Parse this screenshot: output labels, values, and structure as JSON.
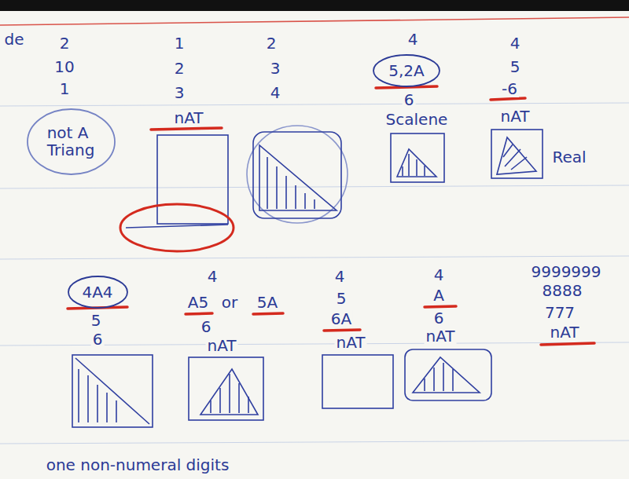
{
  "diagram": {
    "nodes": [
      {
        "text": [
          "not A Triang"
        ]
      },
      {
        "text": [
          "5,2A"
        ]
      },
      {
        "text": [
          "4A4"
        ]
      }
    ],
    "labels": [
      "de",
      "2",
      "10",
      "1",
      "1",
      "2",
      "3",
      "nAT",
      "2",
      "3",
      "4",
      "4",
      "6",
      "Scalene",
      "4",
      "5",
      "-6",
      "nAT",
      "Real",
      "5",
      "6",
      "4",
      "A5",
      "or",
      "5A",
      "6",
      "nAT",
      "4",
      "5",
      "6A",
      "nAT",
      "4",
      "A",
      "6",
      "nAT",
      "9999999",
      "8888",
      "777",
      "nAT",
      "one non-numeral digits"
    ]
  }
}
